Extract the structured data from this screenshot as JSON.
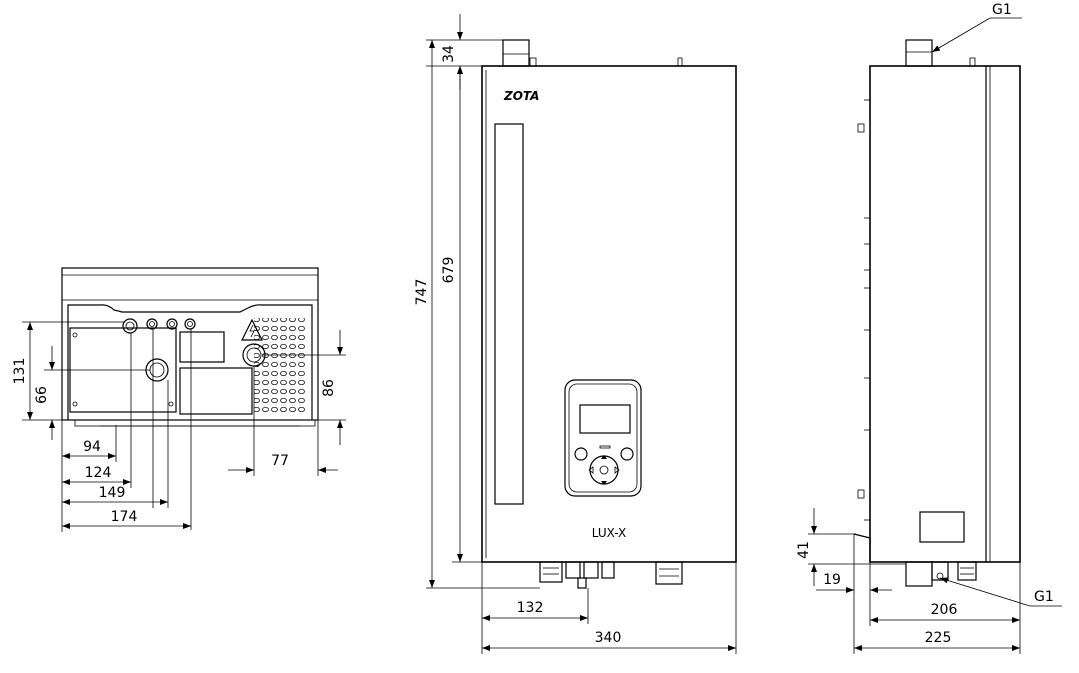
{
  "bottom_view": {
    "dims": {
      "h131": "131",
      "h66": "66",
      "w94": "94",
      "w124": "124",
      "w149": "149",
      "w174": "174",
      "h86": "86",
      "w77": "77"
    }
  },
  "front_view": {
    "brand": "ZOTA",
    "model": "LUX-X",
    "dims": {
      "h34": "34",
      "h747": "747",
      "h679": "679",
      "w132": "132",
      "w340": "340"
    }
  },
  "side_view": {
    "dims": {
      "g1_top": "G1",
      "g1_bottom": "G1",
      "h41": "41",
      "h19": "19",
      "w206": "206",
      "w225": "225"
    }
  },
  "colors": {
    "line": "#000000",
    "background": "#ffffff"
  }
}
